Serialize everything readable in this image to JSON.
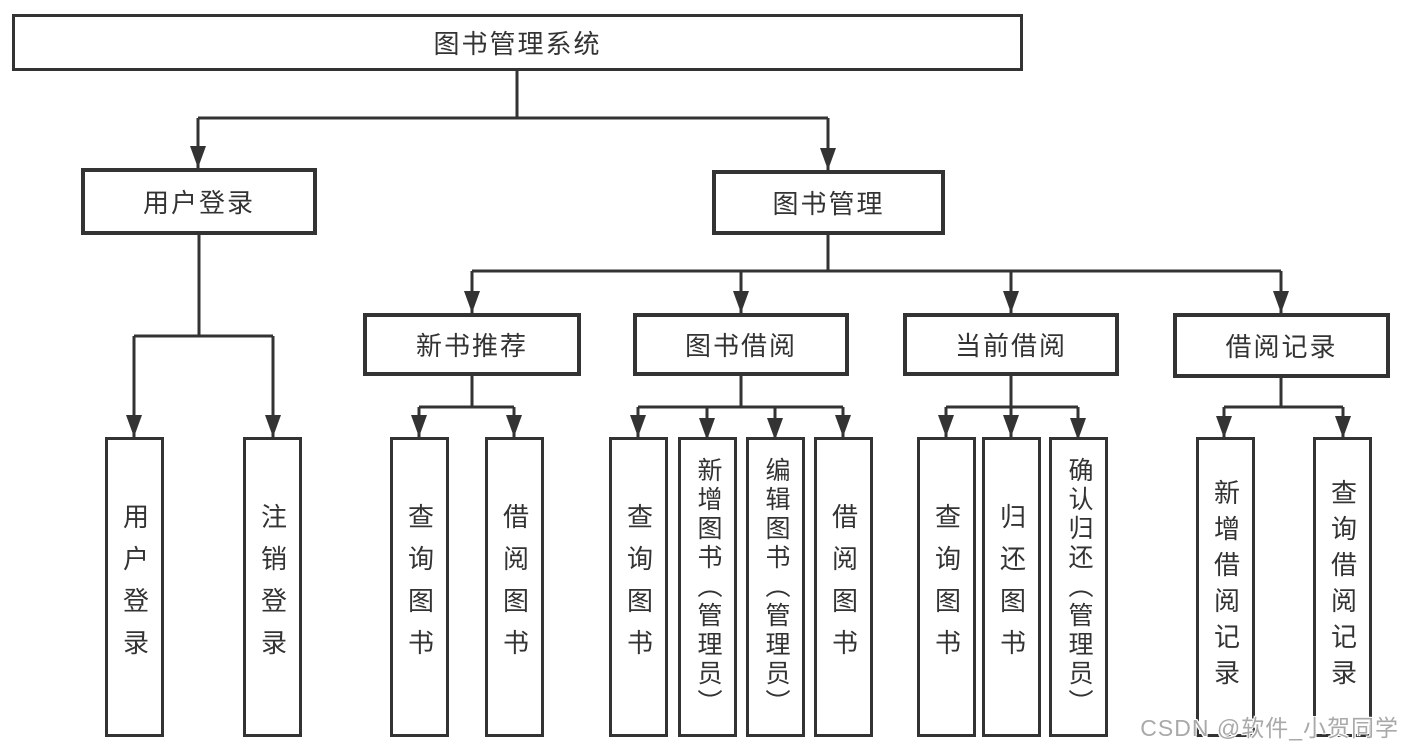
{
  "diagram": {
    "root": {
      "label": "图书管理系统"
    },
    "branches": [
      {
        "label": "用户登录",
        "children": [
          {
            "label": "用户登录"
          },
          {
            "label": "注销登录"
          }
        ]
      },
      {
        "label": "图书管理",
        "sections": [
          {
            "label": "新书推荐",
            "children": [
              {
                "label": "查询图书"
              },
              {
                "label": "借阅图书"
              }
            ]
          },
          {
            "label": "图书借阅",
            "children": [
              {
                "label": "查询图书"
              },
              {
                "label": "新增图书（管理员）"
              },
              {
                "label": "编辑图书（管理员）"
              },
              {
                "label": "借阅图书"
              }
            ]
          },
          {
            "label": "当前借阅",
            "children": [
              {
                "label": "查询图书"
              },
              {
                "label": "归还图书"
              },
              {
                "label": "确认归还（管理员）"
              }
            ]
          },
          {
            "label": "借阅记录",
            "children": [
              {
                "label": "新增借阅记录"
              },
              {
                "label": "查询借阅记录"
              }
            ]
          }
        ]
      }
    ]
  },
  "watermark": {
    "text": "CSDN @软件_小贺同学"
  },
  "colors": {
    "line": "#333333",
    "text": "#333333",
    "background": "#ffffff",
    "watermark": "#a9a9a9"
  }
}
